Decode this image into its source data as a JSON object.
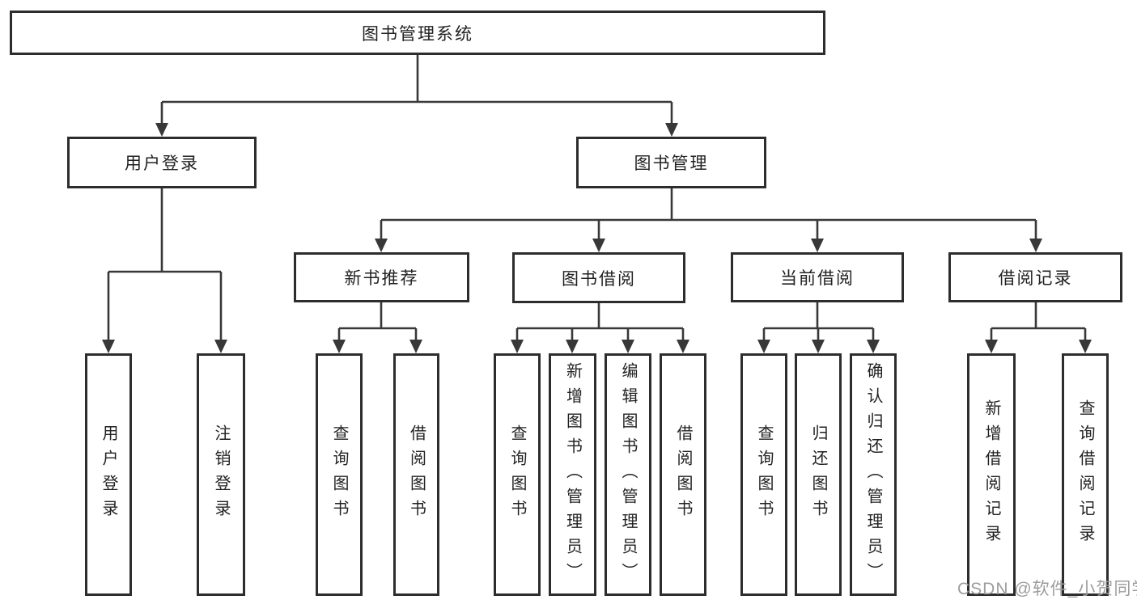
{
  "diagram": {
    "root": {
      "label": "图书管理系统"
    },
    "level2": [
      {
        "label": "用户登录"
      },
      {
        "label": "图书管理"
      }
    ],
    "level3": [
      {
        "label": "新书推荐"
      },
      {
        "label": "图书借阅"
      },
      {
        "label": "当前借阅"
      },
      {
        "label": "借阅记录"
      }
    ],
    "leaves": {
      "user_login": [
        "用户登录",
        "注销登录"
      ],
      "new_book": [
        "查询图书",
        "借阅图书"
      ],
      "book_borrow": [
        "查询图书",
        "新增图书（管理员）",
        "编辑图书（管理员）",
        "借阅图书"
      ],
      "current_borrow": [
        "查询图书",
        "归还图书",
        "确认归还（管理员）"
      ],
      "borrow_record": [
        "新增借阅记录",
        "查询借阅记录"
      ]
    },
    "watermark": "CSDN @软件_小贺同学"
  },
  "colors": {
    "background": "#ffffff",
    "line": "#383838",
    "border": "#2d2d2d",
    "text": "#222222",
    "watermark": "#9d9d9d"
  }
}
